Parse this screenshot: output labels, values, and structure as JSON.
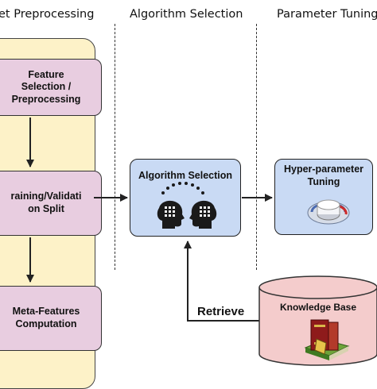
{
  "columns": {
    "preprocessing": "et Preprocessing",
    "algorithm_selection": "Algorithm Selection",
    "parameter_tuning": "Parameter Tuning"
  },
  "nodes": {
    "feature_selection": [
      "Feature",
      "Selection /",
      "Preprocessing"
    ],
    "split": [
      "raining/Validati",
      "on Split"
    ],
    "meta_features": [
      "Meta-Features",
      "Computation"
    ],
    "algorithm_selection": "Algorithm Selection",
    "hyper_parameter": [
      "Hyper-parameter",
      "Tuning"
    ],
    "knowledge_base": "Knowledge Base"
  },
  "edge_labels": {
    "retrieve": "Retrieve"
  },
  "icons": {
    "algorithm": "two-heads-dots-icon",
    "tuning": "gauge-dial-icon",
    "knowledge": "books-icon"
  },
  "colors": {
    "panel_fill": "#fdf2c8",
    "pink_box": "#e8cde0",
    "blue_box": "#c9daf4",
    "database": "#f4cccc",
    "arrow": "#222222"
  }
}
